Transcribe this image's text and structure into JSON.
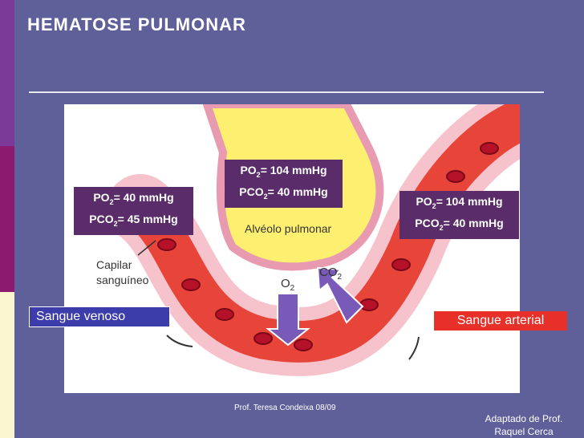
{
  "title": "HEMATOSE PULMONAR",
  "venous_box": {
    "po2_label": "PO",
    "po2_value": "= 40 mmHg",
    "pco2_label": "PCO",
    "pco2_value": "= 45 mmHg"
  },
  "alveolus_box": {
    "po2_label": "PO",
    "po2_value": "= 104 mmHg",
    "pco2_label": "PCO",
    "pco2_value": "= 40 mmHg"
  },
  "arterial_box": {
    "po2_label": "PO",
    "po2_value": "= 104 mmHg",
    "pco2_label": "PCO",
    "pco2_value": "= 40 mmHg"
  },
  "subscript_2": "2",
  "diagram_text": {
    "alveolus": "Alvéolo pulmonar",
    "capillary_line1": "Capilar",
    "capillary_line2": "sanguíneo",
    "o2": "O",
    "co2": "CO"
  },
  "sangue_venoso": "Sangue venoso",
  "sangue_arterial": "Sangue arterial",
  "credit": "Prof. Teresa Condeixa 08/09",
  "adapted_line1": "Adaptado de  Prof.",
  "adapted_line2": "Raquel Cerca",
  "colors": {
    "background": "#5f5f9a",
    "venous_tag": "#3c3caa",
    "arterial_tag": "#e8302a",
    "label_box": "#5a2d6a",
    "alveolus": "#fdf070",
    "blood": "#e8453a"
  }
}
